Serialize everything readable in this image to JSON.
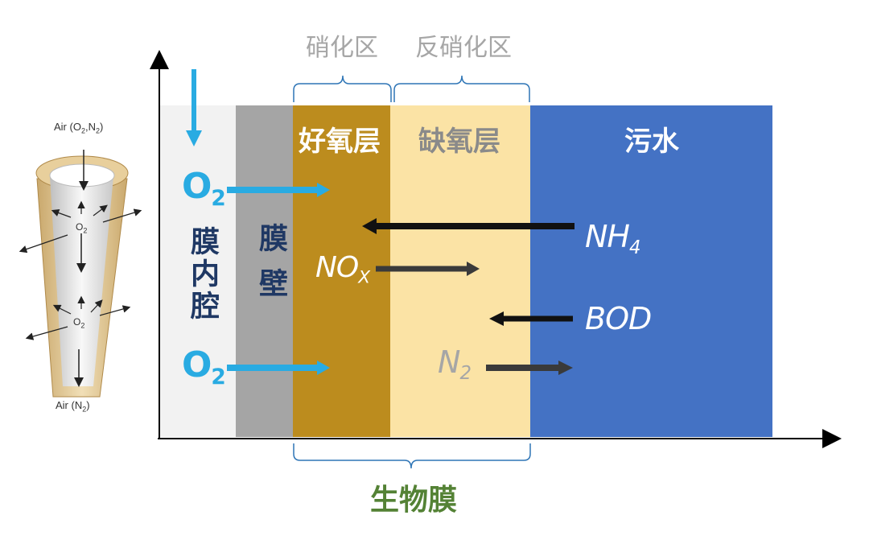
{
  "tube": {
    "air_in_label": "Air (O",
    "air_in_sub1": "2",
    "air_in_mid": ",N",
    "air_in_sub2": "2",
    "air_in_end": ")",
    "o2_label": "O",
    "o2_sub": "2",
    "air_out_label": "Air (N",
    "air_out_sub": "2",
    "air_out_end": ")"
  },
  "headers": {
    "nitrification": "硝化区",
    "denitrification": "反硝化区",
    "biofilm": "生物膜"
  },
  "zones": {
    "lumen": "膜内腔",
    "wall": "膜壁",
    "aerobic": "好氧层",
    "anoxic": "缺氧层",
    "wastewater": "污水"
  },
  "species": {
    "o2_top": "O",
    "o2_top_sub": "2",
    "o2_bottom": "O",
    "o2_bottom_sub": "2",
    "nox": "NO",
    "nox_sub": "X",
    "nh4": "NH",
    "nh4_sub": "4",
    "bod": "BOD",
    "n2": "N",
    "n2_sub": "2"
  },
  "colors": {
    "lumen": "#f2f2f2",
    "wall": "#a5a5a5",
    "aerobic": "#bc8c1e",
    "anoxic": "#fbe3a5",
    "wastewater": "#4472c4",
    "blue_arrow": "#29abe2",
    "dark_navy": "#1f3864",
    "biofilm_green": "#548235"
  }
}
